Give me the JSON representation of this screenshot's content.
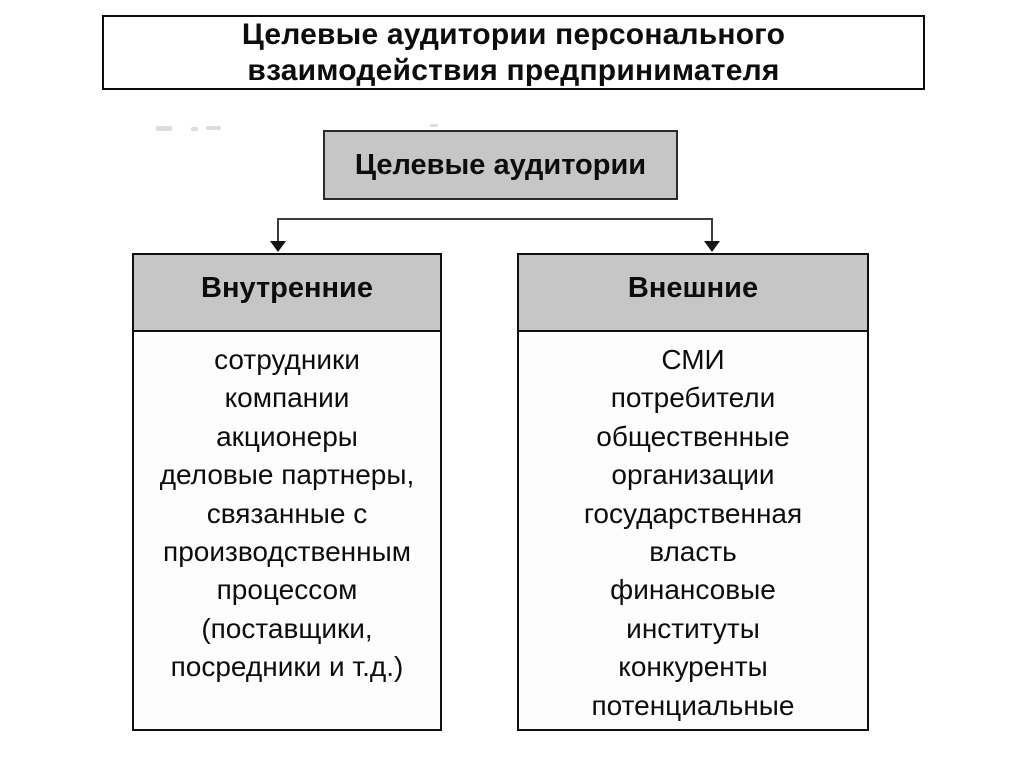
{
  "title": {
    "text": "Целевые аудитории персонального взаимодействия предпринимателя"
  },
  "root_box": {
    "label": "Целевые аудитории"
  },
  "columns": [
    {
      "header": "Внутренние",
      "items": [
        "сотрудники",
        "компании",
        "акционеры",
        "деловые партнеры,",
        "связанные с",
        "производственным",
        "процессом",
        "(поставщики,",
        "посредники и т.д.)"
      ]
    },
    {
      "header": "Внешние",
      "items": [
        "СМИ",
        "потребители",
        "общественные",
        "организации",
        "государственная",
        "власть",
        "финансовые",
        "институты",
        "конкуренты",
        "потенциальные"
      ]
    }
  ],
  "colors": {
    "box_gray": "#c6c6c6",
    "border_black": "#101010",
    "connector_gray": "#3c3c3c",
    "background": "#ffffff"
  }
}
